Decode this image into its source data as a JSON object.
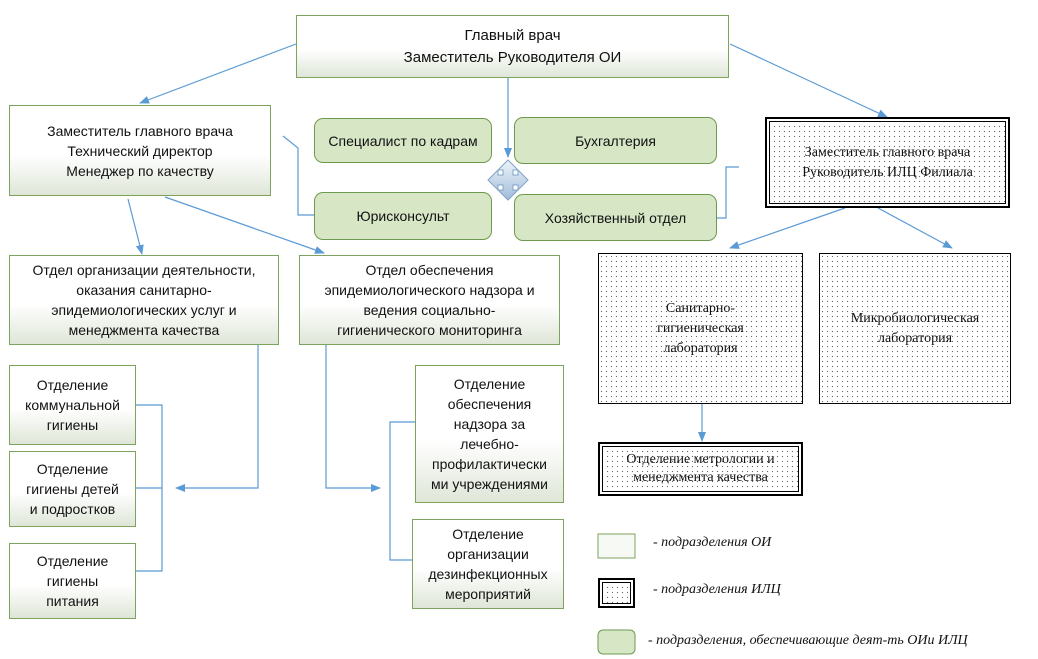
{
  "boxes": {
    "chief": [
      "Главный врач",
      "Заместитель Руководителя ОИ"
    ],
    "deputy_left": [
      "Заместитель главного врача",
      "Технический директор",
      "Менеджер по качеству"
    ],
    "hr": [
      "Специалист по кадрам"
    ],
    "accounting": [
      "Бухгалтерия"
    ],
    "legal": [
      "Юрисконсульт"
    ],
    "maintenance": [
      "Хозяйственный отдел"
    ],
    "deputy_right": [
      "Заместитель главного врача",
      "Руководитель ИЛЦ Филиала"
    ],
    "dept_org": [
      "Отдел организации деятельности,",
      "оказания санитарно-",
      "эпидемиологических услуг и",
      "менеджмента качества"
    ],
    "dept_epid": [
      "Отдел обеспечения",
      "эпидемиологического надзора и",
      "ведения социально-",
      "гигиенического мониторинга"
    ],
    "lab_sanitary": [
      "Санитарно-",
      "гигиеническая",
      "лаборатория"
    ],
    "lab_micro": [
      "Микробиологическая",
      "лаборатория"
    ],
    "sec_communal": [
      "Отделение",
      "коммунальной",
      "гигиены"
    ],
    "sec_children": [
      "Отделение",
      "гигиены детей",
      "и подростков"
    ],
    "sec_food": [
      "Отделение",
      "гигиены",
      "питания"
    ],
    "sec_medical": [
      "Отделение",
      "обеспечения",
      "надзора за",
      "лечебно-",
      "профилактически",
      "ми учреждениями"
    ],
    "sec_disinfection": [
      "Отделение",
      "организации",
      "дезинфекционных",
      "мероприятий"
    ],
    "sec_metrology": [
      "Отделение метрологии и",
      "менеджмента качества"
    ]
  },
  "legend": {
    "oi": "- подразделения ОИ",
    "ilc": "- подразделения ИЛЦ",
    "service": "- подразделения,  обеспечивающие деят-ть ОИи ИЛЦ"
  },
  "colors": {
    "line": "#5b9bd5",
    "oi_border": "#7ea35c",
    "service_fill": "#d7e7c6"
  }
}
